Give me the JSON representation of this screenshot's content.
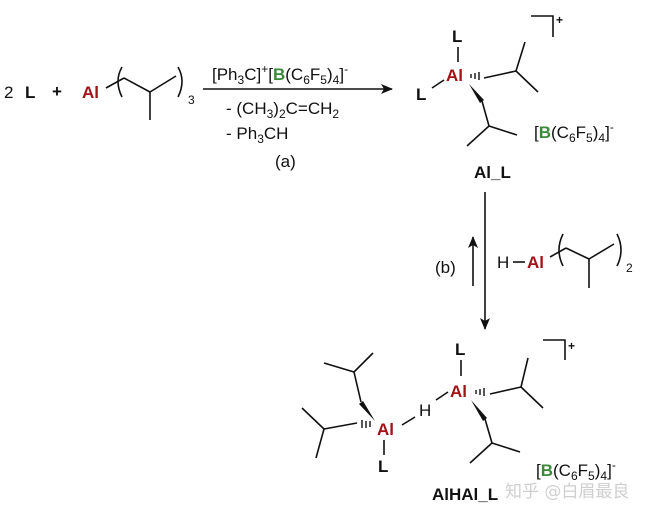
{
  "scheme": {
    "reactants": {
      "coefficient": "2",
      "ligand": "L",
      "plus": "+",
      "aluminum_label": "Al",
      "alkyl_subscript": "3"
    },
    "step_a": {
      "reagent_prefix": "[Ph",
      "reagent_sub1": "3",
      "reagent_mid": "C]",
      "reagent_sup1": "+",
      "reagent_bracket": "[",
      "boron": "B",
      "reagent_c": "(C",
      "reagent_sub2": "6",
      "reagent_f": "F",
      "reagent_sub3": "5",
      "reagent_close": ")",
      "reagent_sub4": "4",
      "reagent_end": "]",
      "reagent_sup2": "-",
      "byproduct1": "- (CH3)2C=CH2",
      "byproduct1_parts": [
        "- (CH",
        "3",
        ")",
        "2",
        "C=CH",
        "2"
      ],
      "byproduct2_parts": [
        "- Ph",
        "3",
        "CH"
      ],
      "label": "(a)"
    },
    "product_1": {
      "name": "Al_L",
      "metal": "Al",
      "ligand_top": "L",
      "ligand_left": "L",
      "charge": "+",
      "counterion_parts": [
        "[",
        "B",
        "(C",
        "6",
        "F",
        "5",
        ")",
        "4",
        "]",
        "-"
      ]
    },
    "step_b": {
      "label": "(b)",
      "reagent_h": "H",
      "reagent_metal": "Al",
      "reagent_subscript": "2"
    },
    "product_2": {
      "name": "AlHAl_L",
      "metal_left": "Al",
      "metal_right": "Al",
      "bridge_h": "H",
      "ligand_top": "L",
      "ligand_bottom": "L",
      "charge": "+",
      "counterion_parts": [
        "[",
        "B",
        "(C",
        "6",
        "F",
        "5",
        ")",
        "4",
        "]",
        "-"
      ]
    },
    "watermark": "知乎 @白眉最良"
  },
  "colors": {
    "aluminum": "#a01418",
    "boron": "#3a8a3a",
    "text": "#111111"
  }
}
